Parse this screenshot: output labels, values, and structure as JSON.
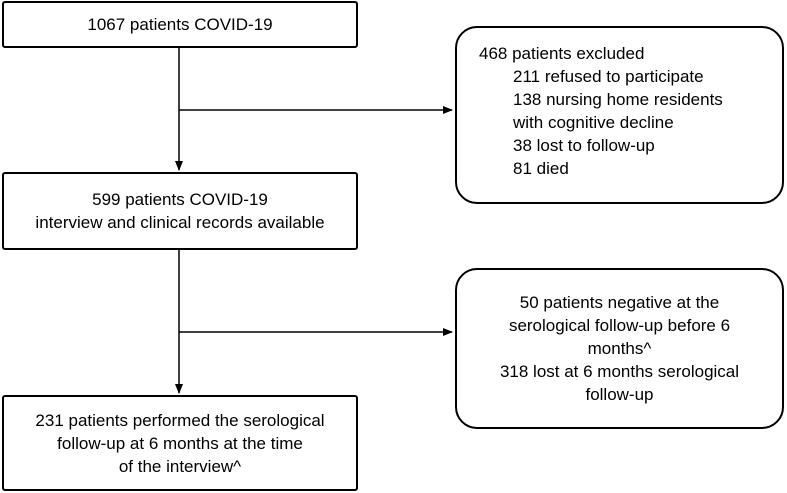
{
  "flowchart": {
    "box1": [
      "1067 patients COVID-19"
    ],
    "excluded": {
      "header": "468 patients excluded",
      "items": [
        "211 refused to participate",
        "138 nursing home residents",
        "with cognitive decline",
        "38 lost to follow-up",
        "81 died"
      ]
    },
    "box2": [
      "599 patients COVID-19",
      "interview and clinical records available"
    ],
    "negative": [
      "50 patients negative at the",
      "serological follow-up before 6",
      "months^",
      "318 lost at 6 months serological",
      "follow-up"
    ],
    "box3": [
      "231 patients performed the serological",
      "follow-up at 6 months at the time",
      "of the interview^"
    ]
  }
}
